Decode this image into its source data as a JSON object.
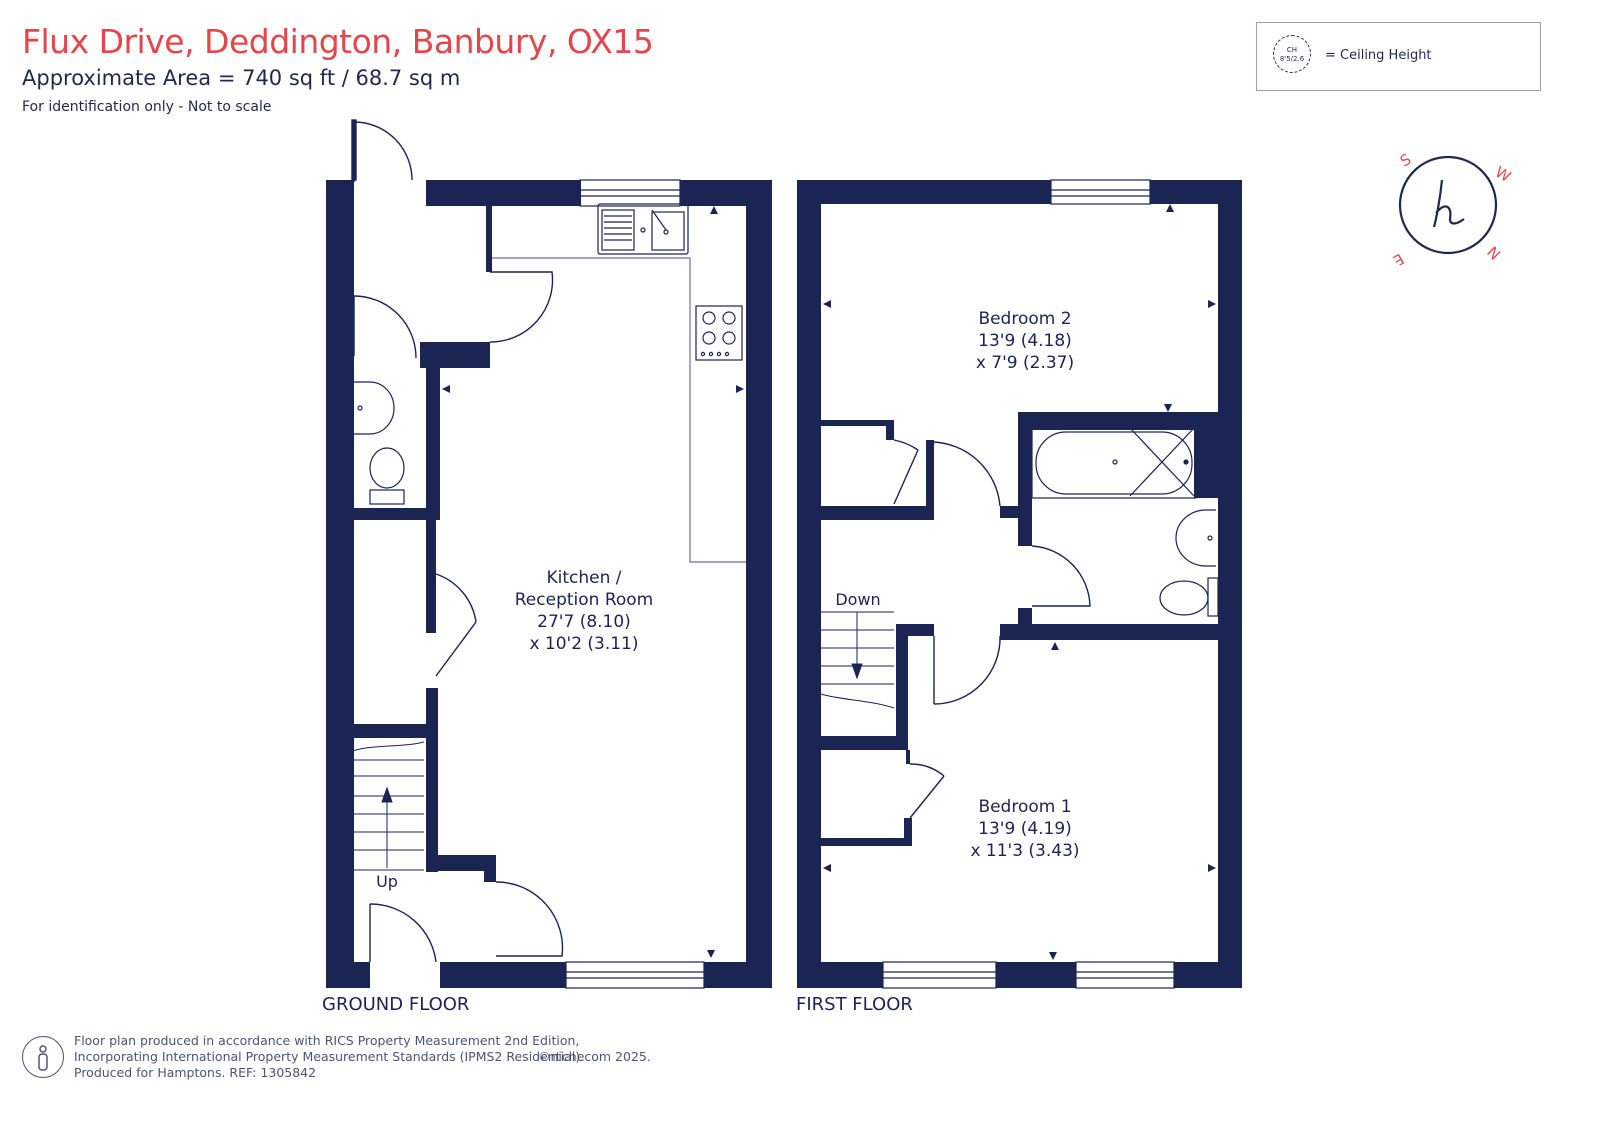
{
  "header": {
    "title": "Flux Drive, Deddington, Banbury, OX15",
    "area": "Approximate Area = 740  sq ft / 68.7  sq m",
    "note": "For identification only - Not to scale"
  },
  "legend": {
    "symbol_line1": "CH",
    "symbol_line2": "8'5/2.6",
    "label": "= Ceiling Height"
  },
  "compass": {
    "s": "S",
    "w": "W",
    "e": "E",
    "n": "N"
  },
  "ground_floor": {
    "label": "GROUND FLOOR",
    "room_name_1": "Kitchen /",
    "room_name_2": "Reception Room",
    "room_dim_1": "27'7 (8.10)",
    "room_dim_2": "x 10'2 (3.11)",
    "stairs": "Up"
  },
  "first_floor": {
    "label": "FIRST FLOOR",
    "bed2_name": "Bedroom 2",
    "bed2_dim_1": "13'9 (4.18)",
    "bed2_dim_2": "x 7'9 (2.37)",
    "bed1_name": "Bedroom 1",
    "bed1_dim_1": "13'9 (4.19)",
    "bed1_dim_2": "x 11'3 (3.43)",
    "stairs": "Down"
  },
  "footer": {
    "line1": "Floor plan produced in accordance with RICS Property Measurement 2nd Edition,",
    "line2": "Incorporating International Property Measurement Standards (IPMS2 Residential).",
    "line3": "Produced for Hamptons.  REF: 1305842",
    "copyright": "©nichecom 2025."
  },
  "colors": {
    "wall": "#1a2553",
    "title": "#e3474b",
    "compass": "#e3474b"
  }
}
